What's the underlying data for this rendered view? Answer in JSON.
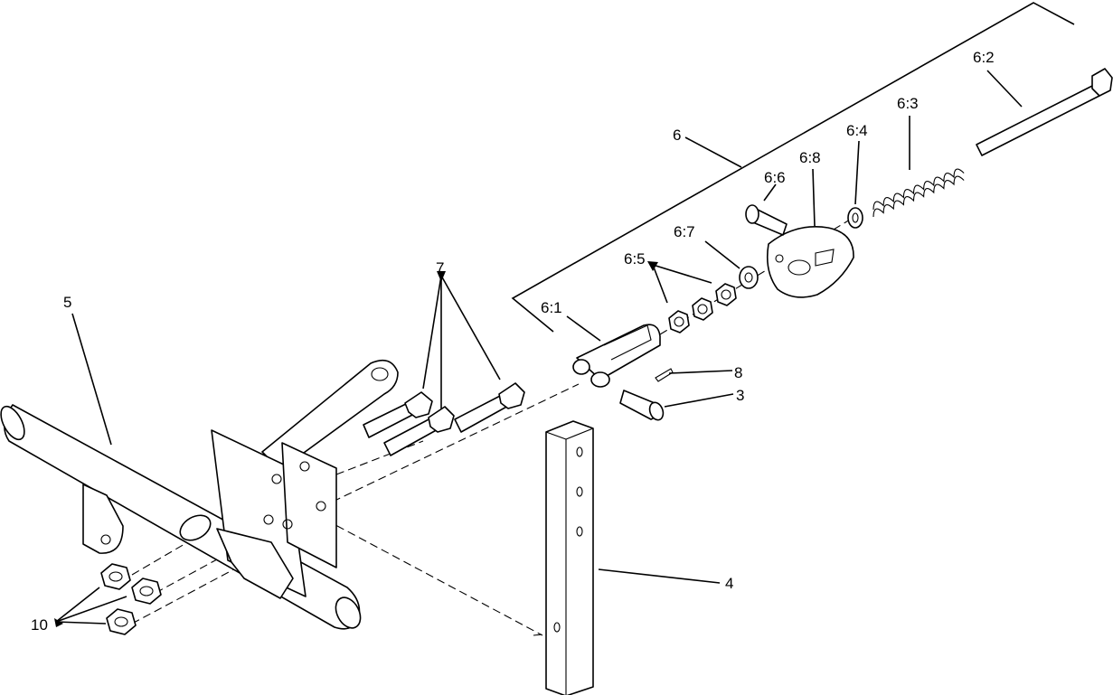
{
  "diagram": {
    "callouts": {
      "c5": "5",
      "c7": "7",
      "c10": "10",
      "c6": "6",
      "c6_1": "6:1",
      "c6_5": "6:5",
      "c6_7": "6:7",
      "c6_6": "6:6",
      "c6_8": "6:8",
      "c6_4": "6:4",
      "c6_3": "6:3",
      "c6_2": "6:2",
      "c8": "8",
      "c3": "3",
      "c4": "4"
    }
  }
}
